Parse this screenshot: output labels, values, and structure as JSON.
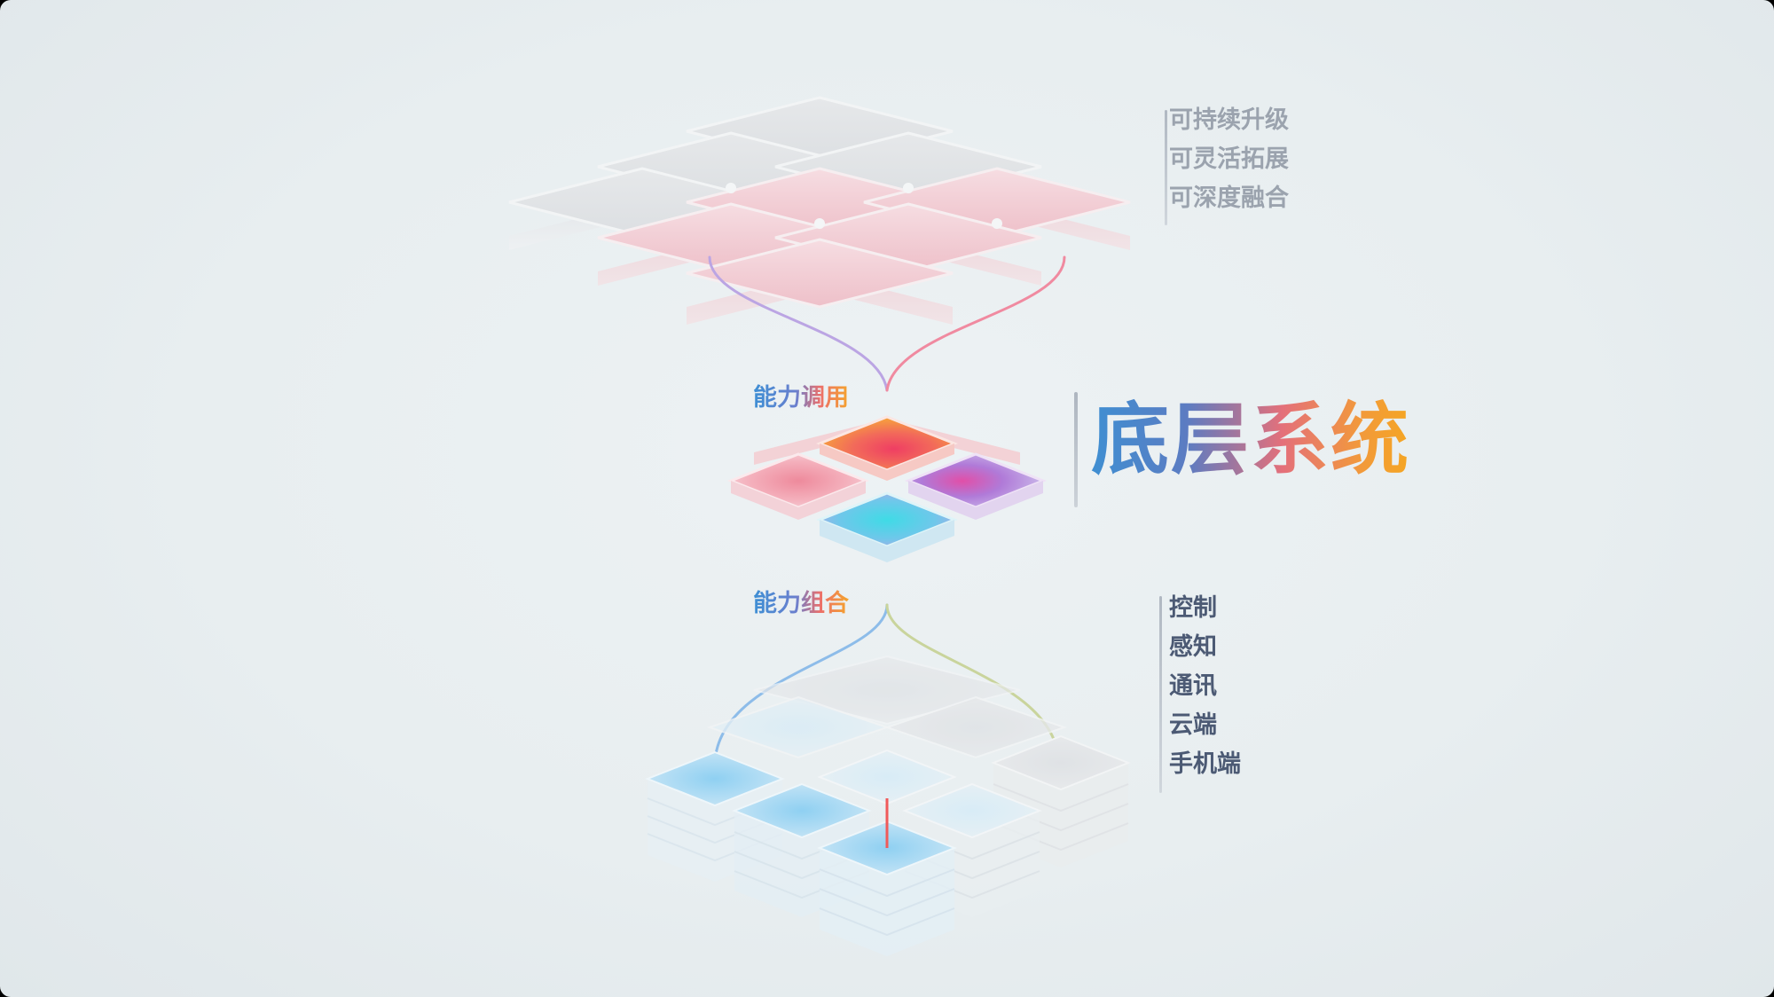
{
  "title": "底层系统",
  "labels": {
    "call": "能力调用",
    "combine": "能力组合"
  },
  "top_list": [
    "可持续升级",
    "可灵活拓展",
    "可深度融合"
  ],
  "bottom_list": [
    "控制",
    "感知",
    "通讯",
    "云端",
    "手机端"
  ],
  "colors": {
    "background": "#e8eef0",
    "title_gradient": [
      "#3f8fd2",
      "#e4707a",
      "#f5a623"
    ],
    "top_list_text": "#9ba3ae",
    "bottom_list_text": "#4c5a74",
    "top_tiles": "#f0c3cb",
    "mid_tiles": [
      "#f06a5a",
      "#f3a8b0",
      "#b47ad6",
      "#4fd3e3"
    ],
    "bottom_tiles": "#a8d7f2",
    "connector_lines": [
      "#b9a6e0",
      "#f07a8a",
      "#8cbbe8",
      "#e9a0a0",
      "#c6d29a"
    ]
  }
}
